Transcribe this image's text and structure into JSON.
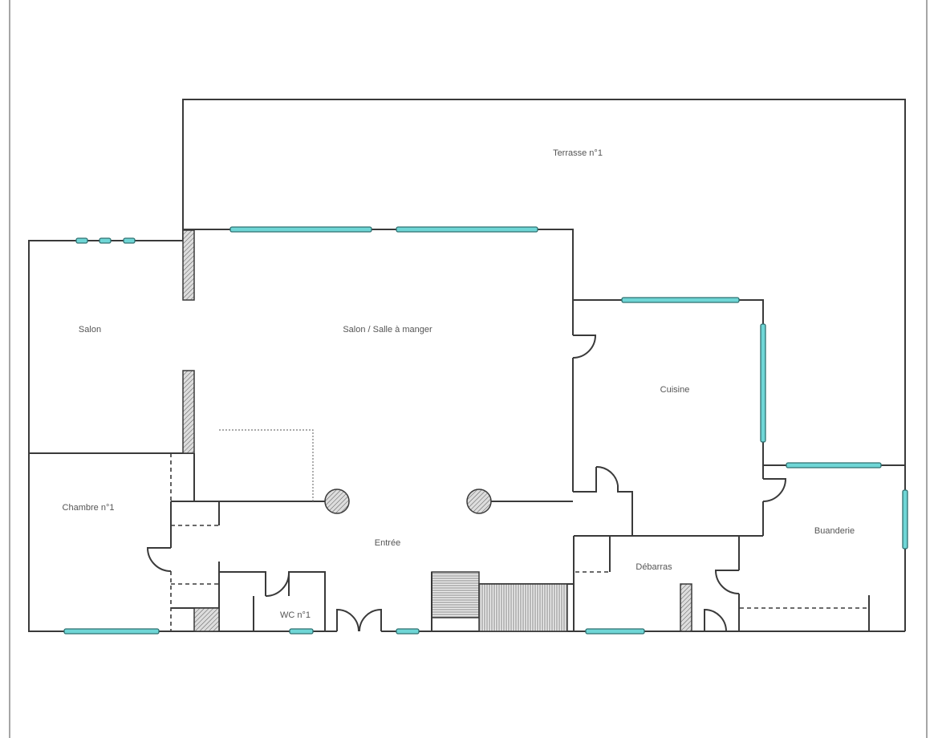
{
  "rooms": {
    "terrasse": "Terrasse n°1",
    "salon": "Salon",
    "salon_salle_a_manger": "Salon / Salle à manger",
    "cuisine": "Cuisine",
    "chambre": "Chambre n°1",
    "entree": "Entrée",
    "wc": "WC n°1",
    "debarras": "Débarras",
    "buanderie": "Buanderie"
  },
  "colors": {
    "window": "#6fd6d6",
    "wall": "#3a3a3a"
  }
}
